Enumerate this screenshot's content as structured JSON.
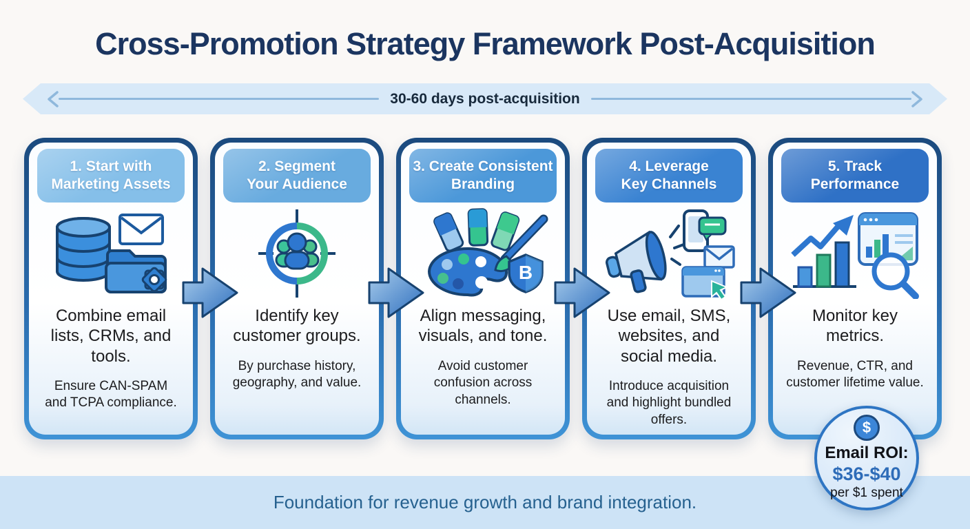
{
  "title": "Cross-Promotion Strategy Framework Post-Acquisition",
  "timeline": {
    "label": "30-60 days post-acquisition"
  },
  "steps": [
    {
      "header": "1. Start with\nMarketing Assets",
      "header_color": "#85bfe9",
      "icon": "database-folder-email",
      "main": "Combine email\nlists, CRMs, and\ntools.",
      "sub": "Ensure CAN-SPAM\nand TCPA compliance."
    },
    {
      "header": "2. Segment\nYour Audience",
      "header_color": "#68abdf",
      "icon": "audience-target",
      "main": "Identify key\ncustomer groups.",
      "sub": "By purchase history,\ngeography, and value."
    },
    {
      "header": "3. Create Consistent\nBranding",
      "header_color": "#4c98d9",
      "icon": "palette-brush-shield",
      "main": "Align messaging,\nvisuals, and tone.",
      "sub": "Avoid customer\nconfusion across\nchannels."
    },
    {
      "header": "4. Leverage\nKey Channels",
      "header_color": "#3a83d2",
      "icon": "megaphone-channels",
      "main": "Use email, SMS,\nwebsites, and\nsocial media.",
      "sub": "Introduce acquisition\nand highlight bundled\noffers."
    },
    {
      "header": "5. Track\nPerformance",
      "header_color": "#2f71c6",
      "icon": "chart-magnifier",
      "main": "Monitor key\nmetrics.",
      "sub": "Revenue, CTR, and\ncustomer lifetime value."
    }
  ],
  "roi_badge": {
    "icon": "dollar-coin",
    "coin_symbol": "$",
    "label": "Email ROI:",
    "value": "$36-$40",
    "unit": "per $1 spent"
  },
  "footer": {
    "text": "Foundation for revenue growth and brand integration."
  },
  "colors": {
    "title_text": "#1b3560",
    "timeline_bg": "#d8e9f8",
    "timeline_line": "#8fb8dc",
    "card_border_top": "#1b4a7e",
    "card_border_bottom": "#3f93d6",
    "accent_blue": "#2e6cb8",
    "accent_green": "#3cb88a",
    "badge_border": "#2e75c3",
    "badge_value_text": "#2e6cb8",
    "footer_bg": "#cde3f6",
    "footer_text": "#26618f"
  }
}
